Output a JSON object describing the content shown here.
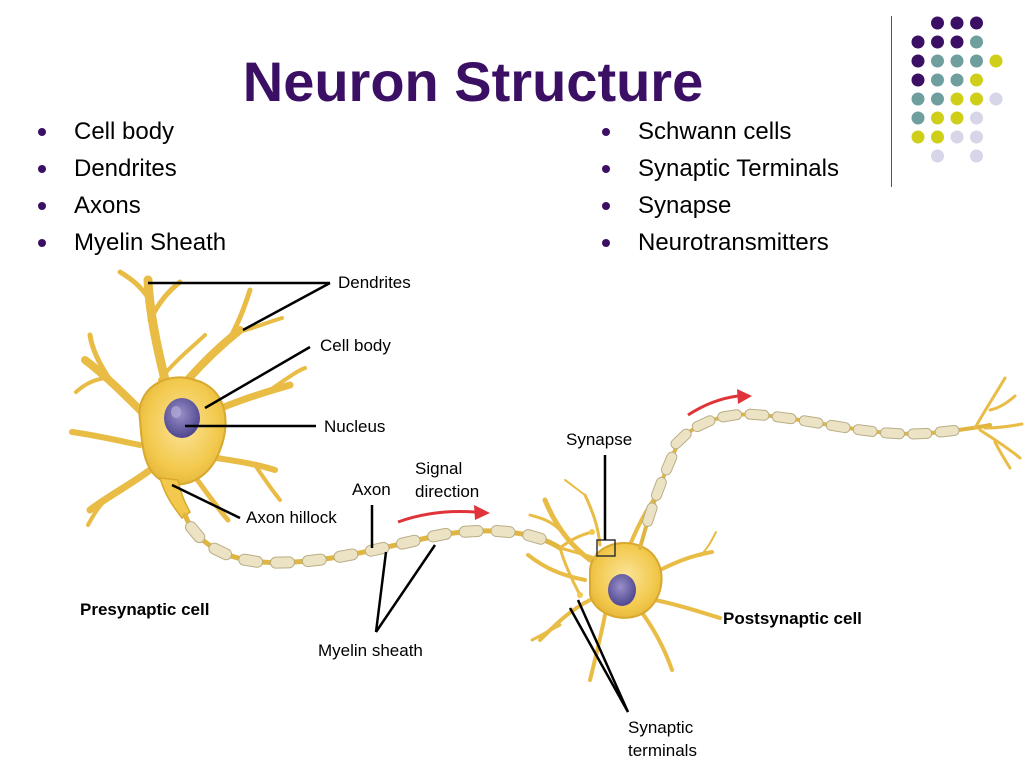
{
  "title": "Neuron Structure",
  "bullets_left": [
    "Cell body",
    "Dendrites",
    "Axons",
    "Myelin Sheath"
  ],
  "bullets_right": [
    "Schwann cells",
    "Synaptic Terminals",
    "Synapse",
    "Neurotransmitters"
  ],
  "labels": {
    "dendrites": "Dendrites",
    "cell_body": "Cell body",
    "nucleus": "Nucleus",
    "axon": "Axon",
    "signal_direction_line1": "Signal",
    "signal_direction_line2": "direction",
    "axon_hillock": "Axon hillock",
    "synapse": "Synapse",
    "presynaptic_cell": "Presynaptic cell",
    "postsynaptic_cell": "Postsynaptic cell",
    "myelin_sheath": "Myelin sheath",
    "synaptic_terminals_line1": "Synaptic",
    "synaptic_terminals_line2": "terminals"
  },
  "colors": {
    "title": "#3b0f63",
    "dot_purple": "#3b0f63",
    "dot_teal": "#6f9e9e",
    "dot_yellow": "#cfcf1a",
    "dot_lavender": "#d6d6e8",
    "neuron_fill": "#f2c94c",
    "neuron_outline": "#d9a82e",
    "myelin": "#ece3c4",
    "arrow": "#e0343a"
  }
}
